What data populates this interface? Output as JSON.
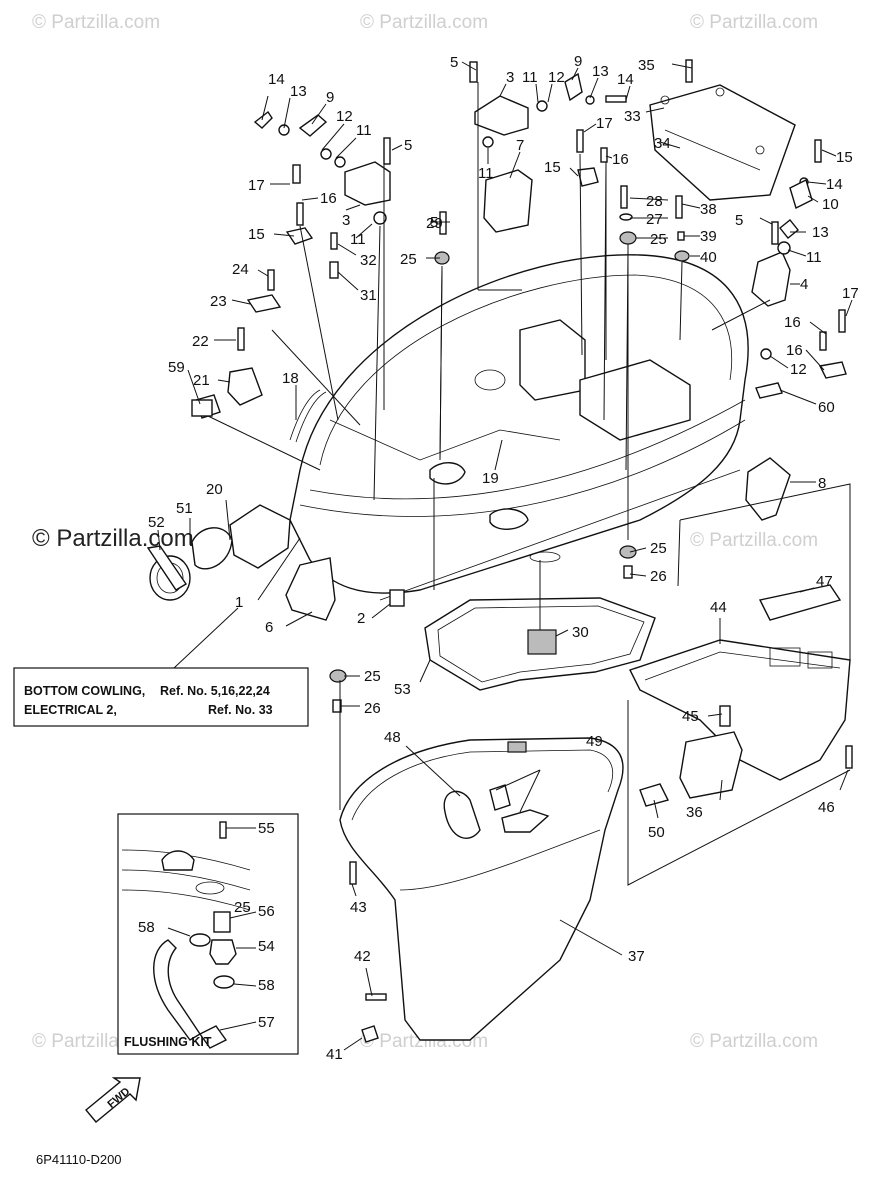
{
  "watermarks": {
    "small": "© Partzilla.com",
    "large": "© Partzilla.com"
  },
  "ref_box": {
    "row1_label": "BOTTOM COWLING,",
    "row1_ref": "Ref. No. 5,16,22,24",
    "row2_label": "ELECTRICAL 2,",
    "row2_ref": "Ref. No. 33"
  },
  "flushing_kit_title": "FLUSHING KIT",
  "fwd_label": "FWD",
  "diagram_code": "6P41110-D200",
  "callouts": [
    "1",
    "2",
    "3",
    "3",
    "4",
    "5",
    "5",
    "5",
    "5",
    "6",
    "7",
    "8",
    "9",
    "9",
    "10",
    "11",
    "11",
    "11",
    "11",
    "11",
    "12",
    "12",
    "12",
    "13",
    "13",
    "13",
    "14",
    "14",
    "14",
    "15",
    "15",
    "15",
    "16",
    "16",
    "16",
    "16",
    "17",
    "17",
    "17",
    "18",
    "19",
    "20",
    "21",
    "22",
    "23",
    "24",
    "25",
    "25",
    "25",
    "25",
    "25",
    "26",
    "26",
    "27",
    "28",
    "29",
    "30",
    "31",
    "32",
    "33",
    "34",
    "35",
    "36",
    "37",
    "38",
    "39",
    "40",
    "41",
    "42",
    "43",
    "44",
    "45",
    "46",
    "47",
    "48",
    "49",
    "50",
    "51",
    "52",
    "53",
    "54",
    "55",
    "56",
    "57",
    "58",
    "58",
    "59",
    "60"
  ]
}
